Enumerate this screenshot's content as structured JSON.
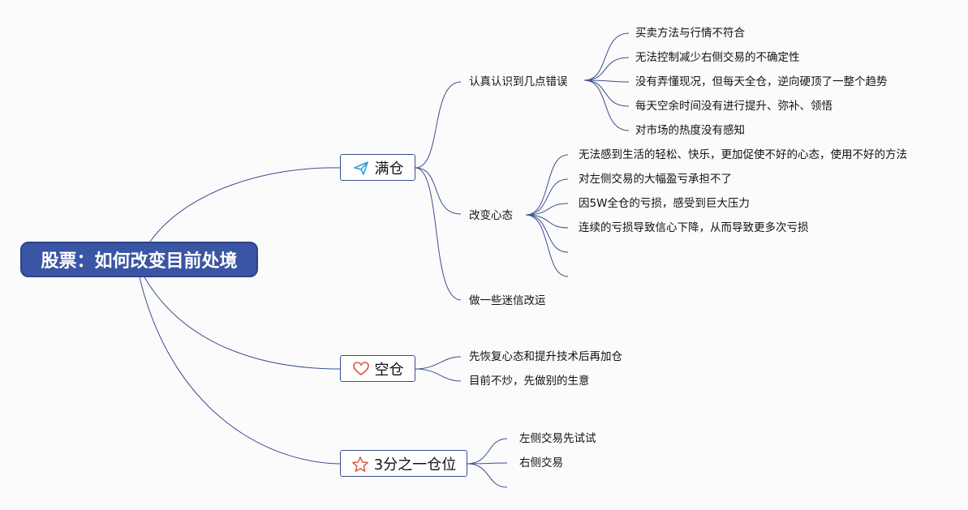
{
  "root": {
    "label": "股票：如何改变目前处境"
  },
  "branches": [
    {
      "label": "满仓",
      "icon": "paper-plane-icon",
      "children": [
        {
          "label": "认真认识到几点错误",
          "children": [
            "买卖方法与行情不符合",
            "无法控制减少右侧交易的不确定性",
            "没有弄懂现况，但每天全仓，逆向硬顶了一整个趋势",
            "每天空余时间没有进行提升、弥补、领悟",
            "对市场的热度没有感知"
          ]
        },
        {
          "label": "改变心态",
          "children": [
            "无法感到生活的轻松、快乐，更加促使不好的心态，使用不好的方法",
            "对左侧交易的大幅盈亏承担不了",
            "因5W全仓的亏损，感受到巨大压力",
            "连续的亏损导致信心下降，从而导致更多次亏损",
            "",
            ""
          ]
        },
        {
          "label": "做一些迷信改运",
          "children": []
        }
      ]
    },
    {
      "label": "空仓",
      "icon": "heart-icon",
      "children": [
        {
          "label": "先恢复心态和提升技术后再加仓",
          "children": []
        },
        {
          "label": "目前不炒，先做别的生意",
          "children": []
        }
      ]
    },
    {
      "label": "3分之一仓位",
      "icon": "star-icon",
      "children": [
        {
          "label": "左侧交易先试试",
          "children": []
        },
        {
          "label": "右侧交易",
          "children": []
        },
        {
          "label": "",
          "children": []
        }
      ]
    }
  ],
  "colors": {
    "root_bg": "#3a55a3",
    "line": "#3b4f91",
    "icon_plane": "#2aa0d8",
    "icon_heart": "#e0533d",
    "icon_star": "#e0533d"
  }
}
